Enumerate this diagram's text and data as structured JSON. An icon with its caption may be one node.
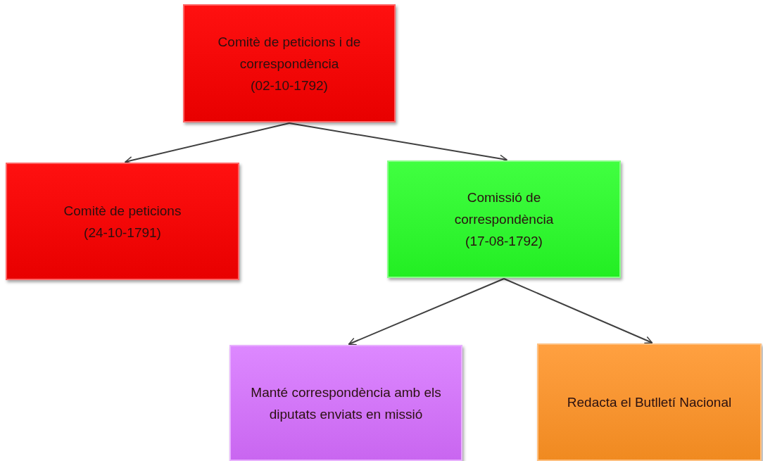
{
  "diagram": {
    "nodes": [
      {
        "text": [
          "Comitè de peticions i de correspondència",
          "(02-10-1792)"
        ]
      },
      {
        "text": [
          "Comitè de peticions",
          "(24-10-1791)"
        ]
      },
      {
        "text": [
          "Comissió de correspondència",
          "(17-08-1792)"
        ]
      },
      {
        "text": [
          "Manté correspondència amb els diputats enviats en missió"
        ]
      },
      {
        "text": [
          "Redacta el Butlletí Nacional"
        ]
      }
    ],
    "edges": [
      {
        "from": 0,
        "to": 1,
        "arrow": "to"
      },
      {
        "from": 0,
        "to": 2,
        "arrow": "to"
      },
      {
        "from": 2,
        "to": 3,
        "arrow": "to"
      },
      {
        "from": 2,
        "to": 4,
        "arrow": "to"
      }
    ]
  }
}
